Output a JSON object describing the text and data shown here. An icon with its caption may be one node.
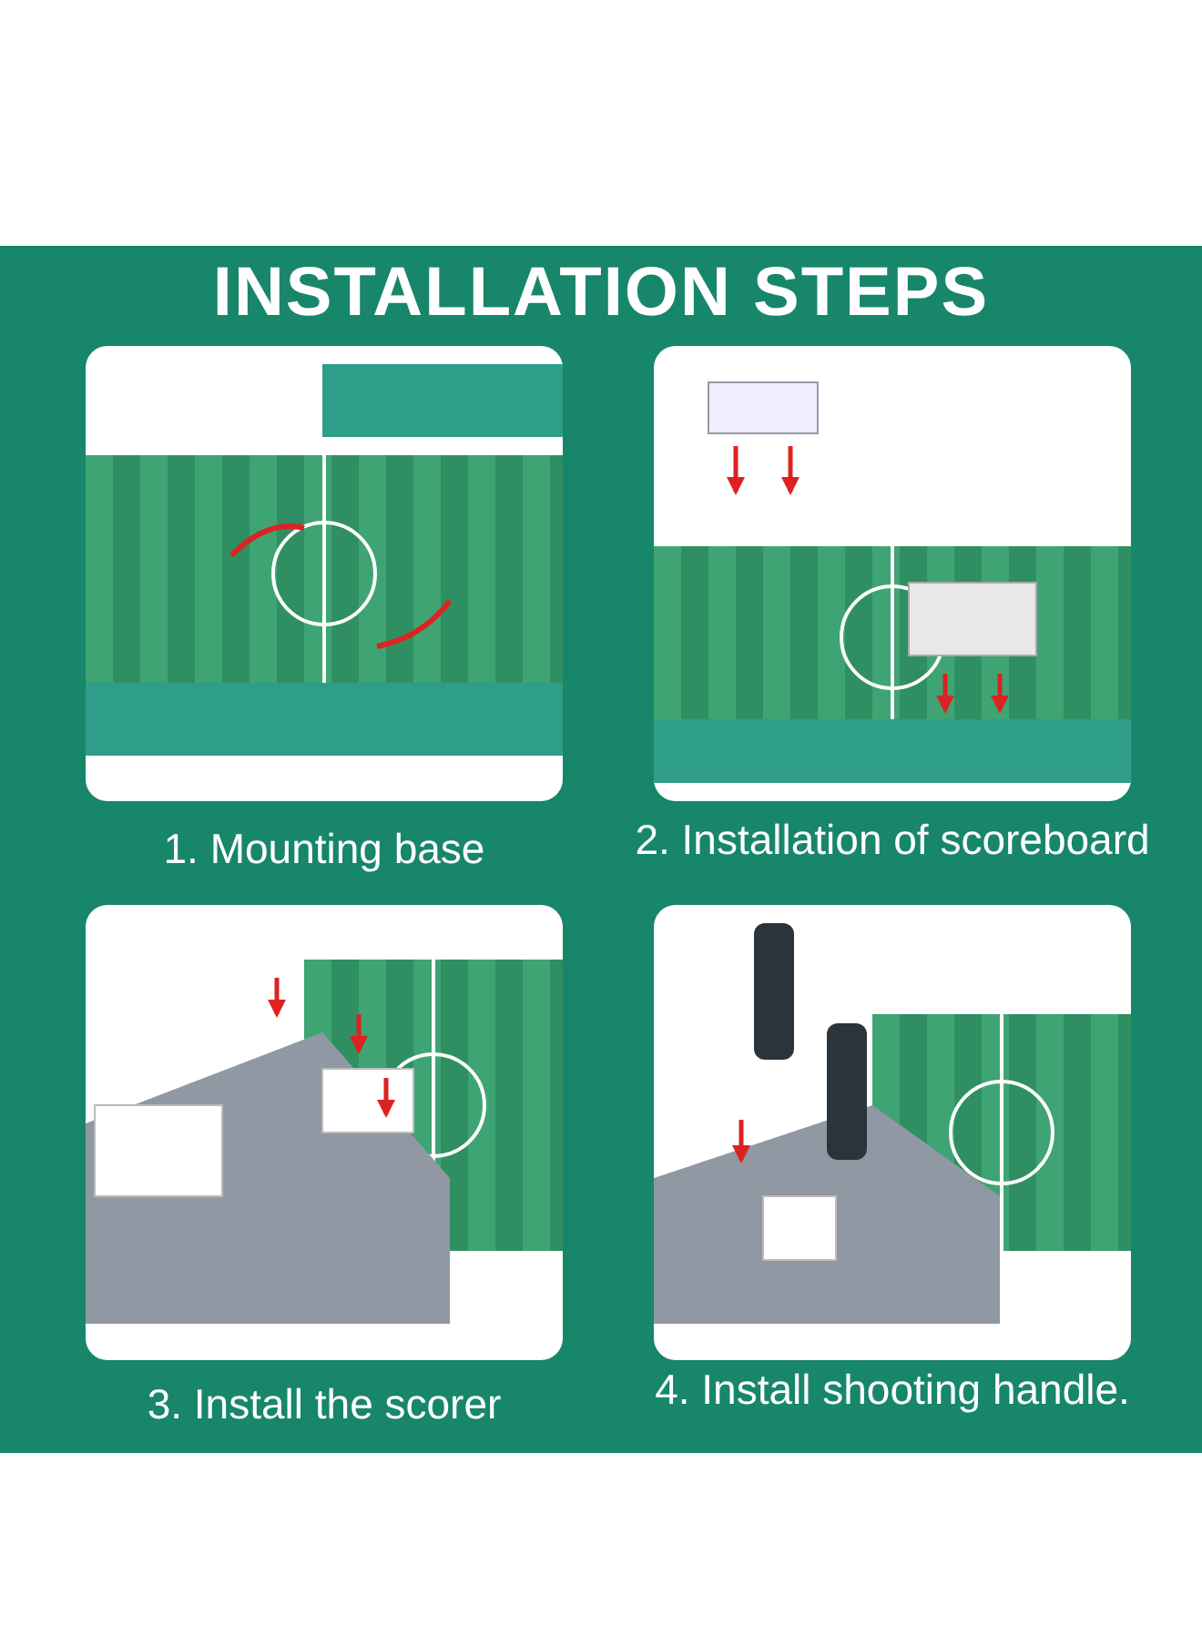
{
  "diagram": {
    "title": "INSTALLATION STEPS",
    "labels": [
      "1. Mounting base",
      "2. Installation of scoreboard",
      "3. Install the scorer",
      "4. Install shooting handle."
    ]
  }
}
